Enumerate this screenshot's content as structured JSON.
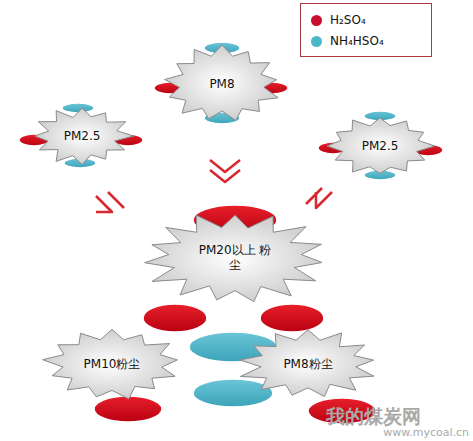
{
  "diagram": {
    "nodes": [
      {
        "text": [
          "PM8"
        ]
      },
      {
        "text": [
          "PM2.5"
        ]
      },
      {
        "text": [
          "PM2.5"
        ]
      },
      {
        "text": [
          "PM20以上 粉尘"
        ]
      },
      {
        "text": [
          "PM10粉尘"
        ]
      },
      {
        "text": [
          "PM8粉尘"
        ]
      }
    ],
    "labels": [
      "我的煤炭网",
      "www.mycoal.cn"
    ],
    "legend": [
      {
        "text": "H₂SO₄",
        "color": "#c8102e"
      },
      {
        "text": "NH₄HSO₄",
        "color": "#4ab8c8"
      }
    ]
  }
}
